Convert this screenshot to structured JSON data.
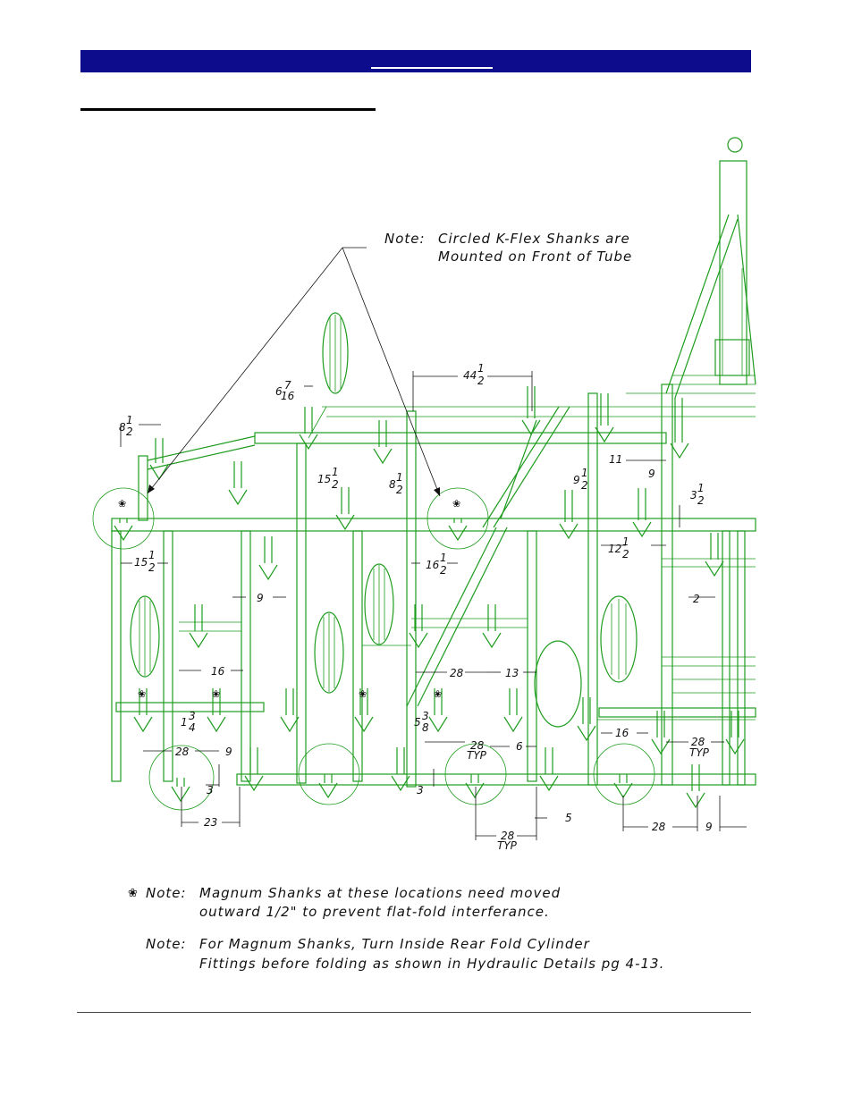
{
  "header": {
    "title": ""
  },
  "section": {
    "title": ""
  },
  "callout": {
    "label": "Note:",
    "line1": "Circled K-Flex Shanks are",
    "line2": "Mounted on Front of Tube"
  },
  "dimensions": {
    "d44_whole": "44",
    "d44_num": "1",
    "d44_den": "2",
    "d6_whole": "6",
    "d6_num": "7",
    "d6_den": "16",
    "d8a_whole": "8",
    "d8a_num": "1",
    "d8a_den": "2",
    "d15a_whole": "15",
    "d15a_num": "1",
    "d15a_den": "2",
    "d8b_whole": "8",
    "d8b_num": "1",
    "d8b_den": "2",
    "d9a_whole": "9",
    "d9a_num": "1",
    "d9a_den": "2",
    "d11": "11",
    "d9b": "9",
    "d3_whole": "3",
    "d3_num": "1",
    "d3_den": "2",
    "d15b_whole": "15",
    "d15b_num": "1",
    "d15b_den": "2",
    "d16a_whole": "16",
    "d16a_num": "1",
    "d16a_den": "2",
    "d12_whole": "12",
    "d12_num": "1",
    "d12_den": "2",
    "d9c": "9",
    "d2": "2",
    "d16b": "16",
    "d28a": "28",
    "d13": "13",
    "d1_whole": "1",
    "d1_num": "3",
    "d1_den": "4",
    "d5_whole": "5",
    "d5_num": "3",
    "d5_den": "8",
    "d28b": "28",
    "d9d": "9",
    "d28c": "28",
    "typ_c": "TYP",
    "d6b": "6",
    "d16c": "16",
    "d28d": "28",
    "typ_d": "TYP",
    "d3a": "3",
    "d3b": "3",
    "d23": "23",
    "d5b": "5",
    "d28e": "28",
    "typ_e": "TYP",
    "d28f": "28",
    "d9e": "9"
  },
  "notes": {
    "star": "❀",
    "note1_label": "Note:",
    "note1_line1": "Magnum Shanks at these locations need moved",
    "note1_line2": "outward 1/2\" to prevent flat-fold interferance.",
    "note2_label": "Note:",
    "note2_line1": "For Magnum Shanks, Turn Inside Rear Fold Cylinder",
    "note2_line2": "Fittings before folding as shown in Hydraulic Details pg 4-13."
  },
  "colors": {
    "header": "#0c0c8c",
    "drawing": "#1e9c1e",
    "text": "#111111"
  }
}
